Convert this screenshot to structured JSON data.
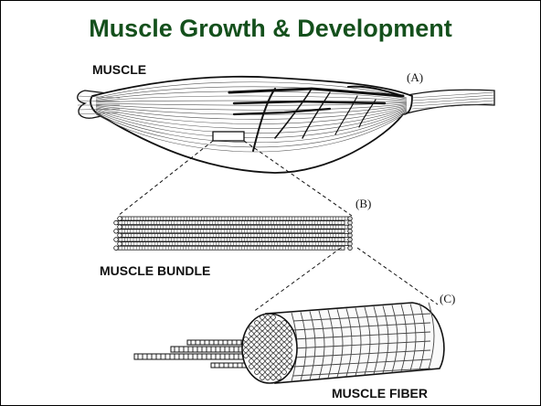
{
  "slide": {
    "title": "Muscle Growth & Development"
  },
  "diagram": {
    "muscle_label": "MUSCLE",
    "bundle_label": "MUSCLE BUNDLE",
    "fiber_label": "MUSCLE FIBER",
    "tag_a": "(A)",
    "tag_b": "(B)",
    "tag_c": "(C)"
  }
}
